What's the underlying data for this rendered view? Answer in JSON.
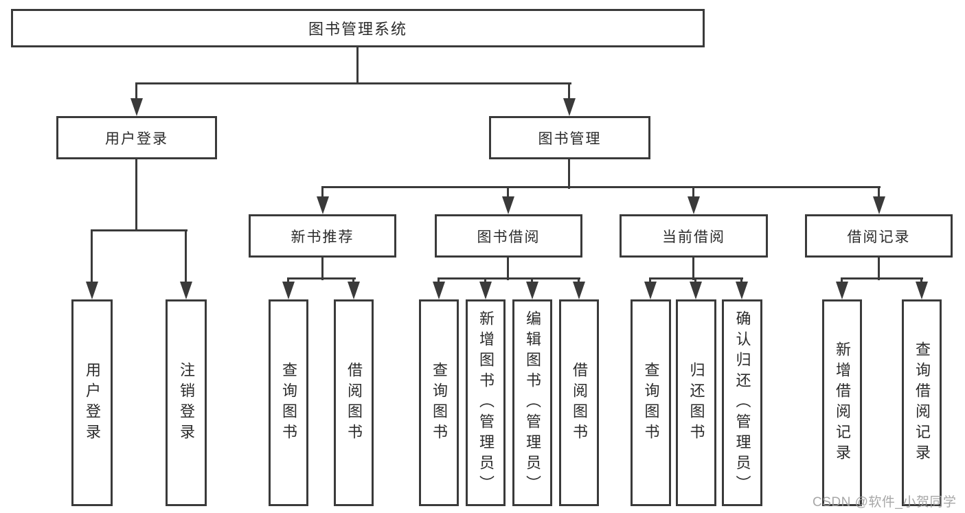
{
  "colors": {
    "line": "#3a3a3a",
    "text": "#2b2b2b",
    "watermark": "#9e9e9e",
    "background": "#ffffff"
  },
  "watermark": "CSDN @软件_小贺同学",
  "tree": {
    "root": {
      "label": "图书管理系统"
    },
    "branches": [
      {
        "label": "用户登录",
        "children": [
          {
            "label": "用户登录"
          },
          {
            "label": "注销登录"
          }
        ]
      },
      {
        "label": "图书管理",
        "children": [
          {
            "label": "新书推荐",
            "children": [
              {
                "label": "查询图书"
              },
              {
                "label": "借阅图书"
              }
            ]
          },
          {
            "label": "图书借阅",
            "children": [
              {
                "label": "查询图书"
              },
              {
                "label": "新增图书（管理员）"
              },
              {
                "label": "编辑图书（管理员）"
              },
              {
                "label": "借阅图书"
              }
            ]
          },
          {
            "label": "当前借阅",
            "children": [
              {
                "label": "查询图书"
              },
              {
                "label": "归还图书"
              },
              {
                "label": "确认归还（管理员）"
              }
            ]
          },
          {
            "label": "借阅记录",
            "children": [
              {
                "label": "新增借阅记录"
              },
              {
                "label": "查询借阅记录"
              }
            ]
          }
        ]
      }
    ]
  }
}
